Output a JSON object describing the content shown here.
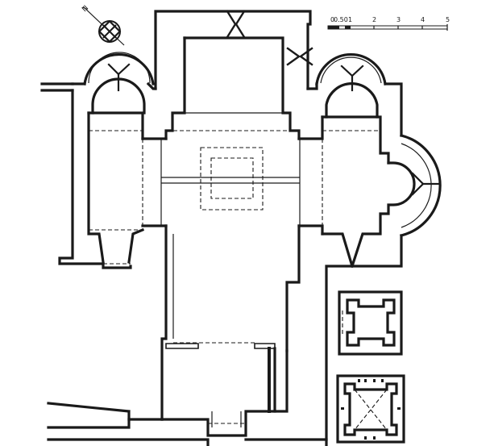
{
  "north": {
    "label": "N"
  },
  "scale": {
    "label_0": "0",
    "label_050": "0.50",
    "label_1": "1",
    "label_2": "2",
    "label_3": "3",
    "label_4": "4",
    "label_5": "5"
  }
}
